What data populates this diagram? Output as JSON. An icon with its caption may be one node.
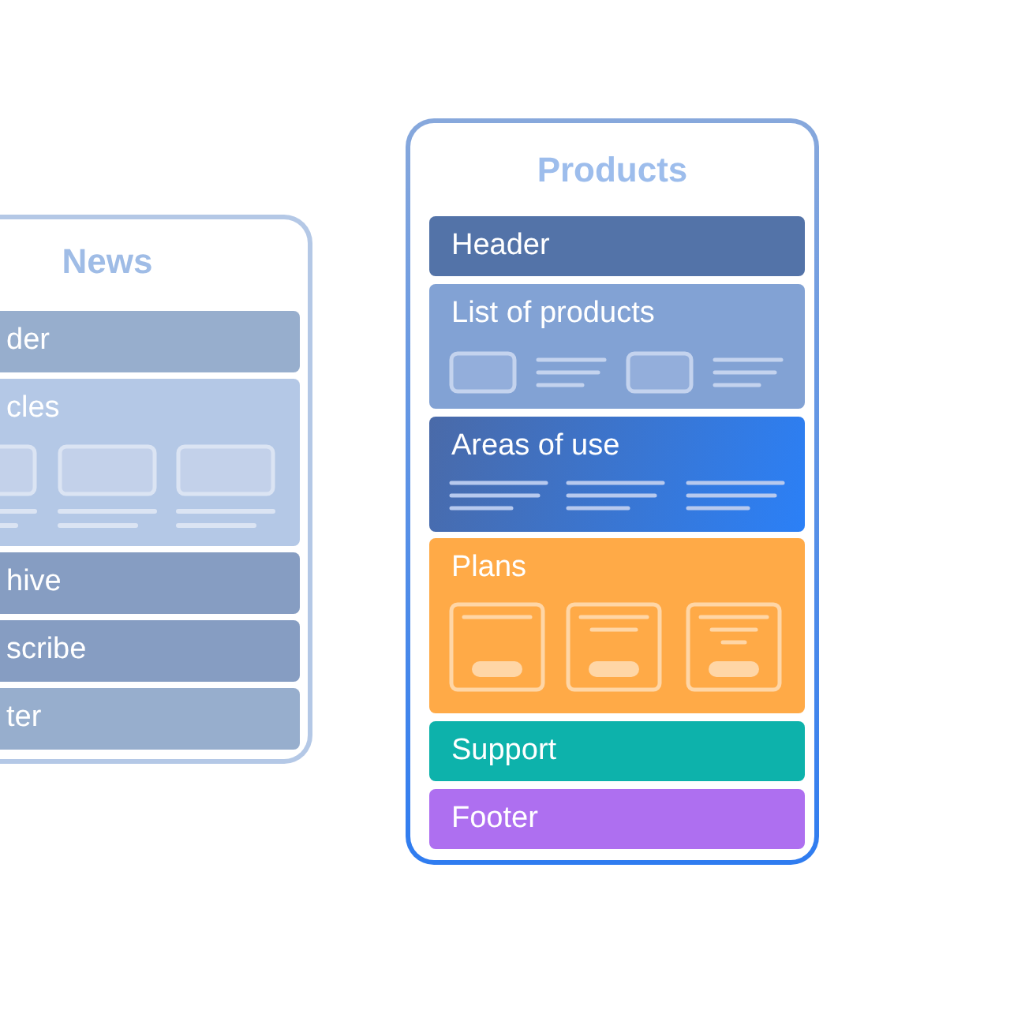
{
  "diagram": {
    "nodes": [
      {
        "text": [
          "News"
        ]
      },
      {
        "text": [
          "der"
        ],
        "in": 0
      },
      {
        "text": [
          "cles"
        ],
        "in": 0
      },
      {
        "text": [
          "hive"
        ],
        "in": 0
      },
      {
        "text": [
          "scribe"
        ],
        "in": 0
      },
      {
        "text": [
          "ter"
        ],
        "in": 0
      },
      {
        "text": [
          "Products"
        ]
      },
      {
        "text": [
          "Header"
        ],
        "in": 6
      },
      {
        "text": [
          "List of products"
        ],
        "in": 6
      },
      {
        "text": [
          "Areas of use"
        ],
        "in": 6
      },
      {
        "text": [
          "Plans"
        ],
        "in": 6
      },
      {
        "text": [
          "Support"
        ],
        "in": 6
      },
      {
        "text": [
          "Footer"
        ],
        "in": 6
      }
    ]
  }
}
